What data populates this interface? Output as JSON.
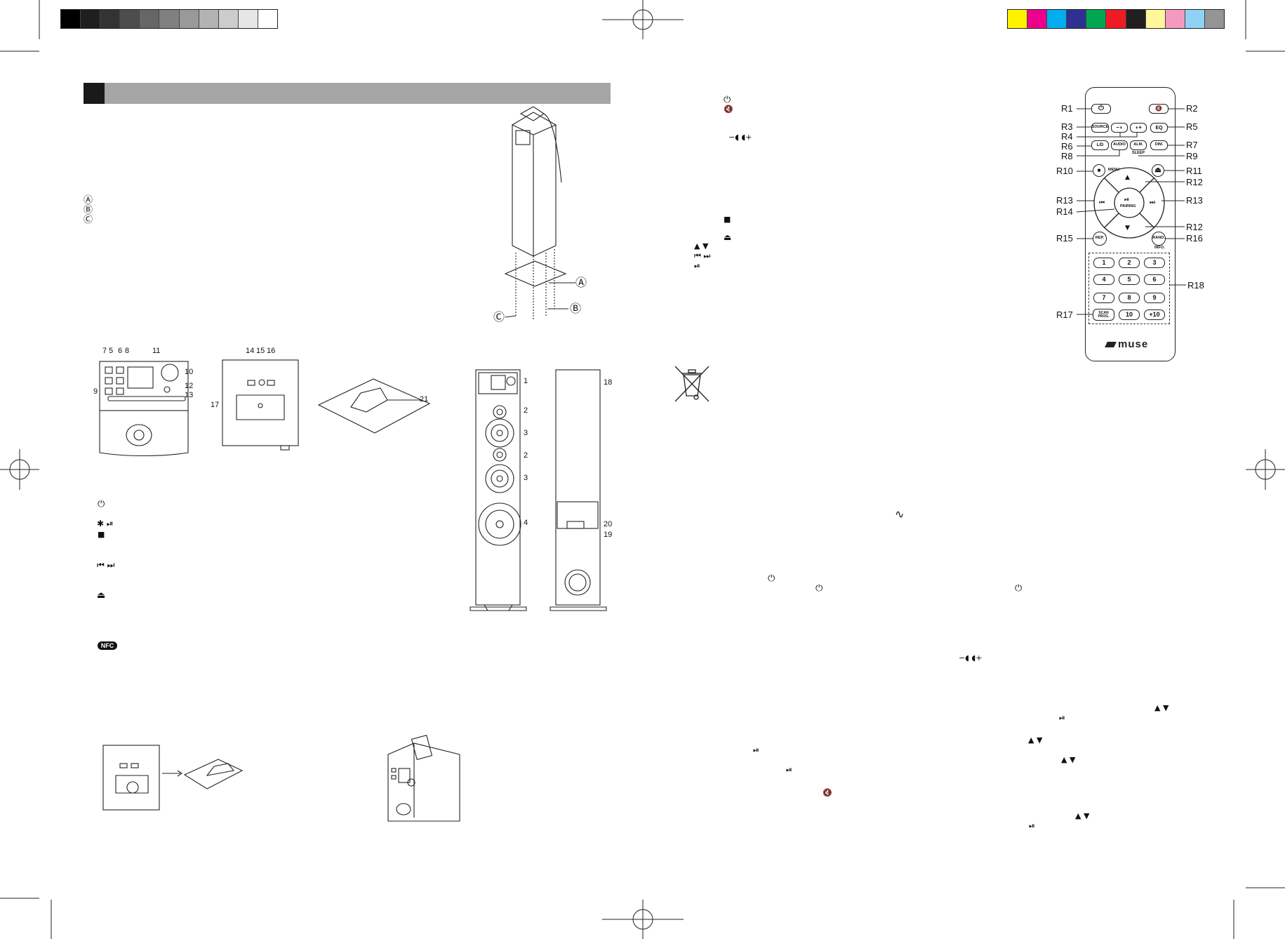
{
  "grayscale_swatches": [
    "#000000",
    "#1f1f1f",
    "#333333",
    "#4d4d4d",
    "#666666",
    "#808080",
    "#999999",
    "#b3b3b3",
    "#cccccc",
    "#e6e6e6",
    "#ffffff"
  ],
  "color_swatches": [
    "#fff200",
    "#ec008c",
    "#00aeef",
    "#2e3192",
    "#00a651",
    "#ed1c24",
    "#231f20",
    "#fff799",
    "#f49ac1",
    "#8fd3f4",
    "#959595"
  ],
  "tower_labels": {
    "a": "Ⓐ",
    "b": "Ⓑ",
    "c": "Ⓒ"
  },
  "tower_legend": [
    "Ⓐ",
    "Ⓑ",
    "Ⓒ"
  ],
  "unit_front_labels": [
    "7",
    "5",
    "6",
    "8",
    "11",
    "10",
    "12",
    "9",
    "13"
  ],
  "unit_top_labels": [
    "14",
    "15",
    "16",
    "17"
  ],
  "dock_label": "21",
  "speaker_labels": [
    "1",
    "2",
    "3",
    "2",
    "3",
    "4",
    "18",
    "20",
    "19"
  ],
  "left_icons": {
    "power": "⏻",
    "bt_play": "✱ ⏯",
    "stop": "■",
    "skip": "⏮ ⏭",
    "eject": "⏏",
    "nfc": "NFC"
  },
  "right_icons": {
    "power": "⏻",
    "mute": "🔇",
    "volume": "−◖ ◖+",
    "stop": "■",
    "eject": "⏏",
    "up_down": "▲ ▼",
    "skip": "⏮ ⏭",
    "play": "⏯",
    "ac": "∿"
  },
  "body_icons": [
    {
      "id": "p1",
      "text": "⏻"
    },
    {
      "id": "p2",
      "text": "⏻"
    },
    {
      "id": "p3",
      "text": "⏻"
    },
    {
      "id": "vol",
      "text": "−◖ ◖+"
    },
    {
      "id": "ud1",
      "text": "▲ ▼"
    },
    {
      "id": "pl1",
      "text": "⏯"
    },
    {
      "id": "ud2",
      "text": "▲ ▼"
    },
    {
      "id": "pl2",
      "text": "⏯"
    },
    {
      "id": "ud3",
      "text": "▲ ▼"
    },
    {
      "id": "pl3",
      "text": "⏯"
    },
    {
      "id": "mute",
      "text": "🔇"
    },
    {
      "id": "ud4",
      "text": "▲ ▼"
    },
    {
      "id": "pl4",
      "text": "⏯"
    }
  ],
  "remote": {
    "brand": "muse",
    "callouts_left": [
      "R1",
      "R3",
      "R4",
      "R6",
      "R8",
      "R10",
      "R13",
      "R14",
      "R15",
      "R17"
    ],
    "callouts_right": [
      "R2",
      "R5",
      "R7",
      "R9",
      "R11",
      "R12",
      "R13",
      "R12",
      "R16",
      "R18"
    ],
    "buttons": {
      "power": "⏻",
      "mute": "🔇",
      "source": "SOURCE",
      "vol_down": "−◖",
      "vol_up": "◖+",
      "eq": "EQ",
      "lr": "L/D",
      "audio": "AUDIO",
      "alm": "ALM.",
      "dim": "DIM.",
      "sleep": "SLEEP",
      "stop": "■",
      "menu": "MENU",
      "eject": "⏏",
      "up": "▲",
      "down": "▼",
      "prev": "⏮",
      "next": "⏭",
      "play_top": "⏯",
      "play_bottom": "PAIRING",
      "rep": "REP.",
      "rand": "RAND.",
      "info": "INFO.",
      "scan_top": "SCAN",
      "scan_bottom": "PROG.",
      "digits": [
        "1",
        "2",
        "3",
        "4",
        "5",
        "6",
        "7",
        "8",
        "9",
        "10",
        "+10"
      ]
    }
  }
}
